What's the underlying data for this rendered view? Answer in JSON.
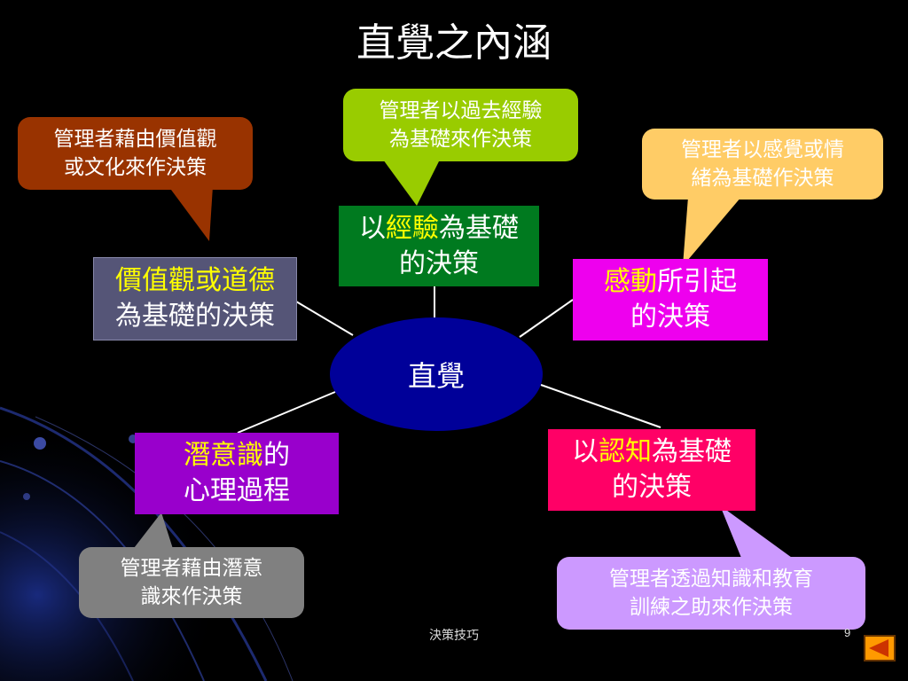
{
  "title": "直覺之內涵",
  "center": {
    "label": "直覺"
  },
  "boxes": {
    "values": {
      "line1": "價值觀或道德",
      "line2": "為基礎的決策"
    },
    "experience": {
      "pre": "以",
      "hl": "經驗",
      "post": "為基礎",
      "line2": "的決策"
    },
    "emotion": {
      "hl": "感動",
      "post": "所引起",
      "line2": "的決策"
    },
    "subconscious": {
      "hl": "潛意識",
      "post": "的",
      "line2": "心理過程"
    },
    "cognition": {
      "pre": "以",
      "hl": "認知",
      "post": "為基礎",
      "line2": "的決策"
    }
  },
  "callouts": {
    "values": {
      "line1": "管理者藉由價值觀",
      "line2": "或文化來作決策"
    },
    "experience": {
      "line1": "管理者以過去經驗",
      "line2": "為基礎來作決策"
    },
    "emotion": {
      "line1": "管理者以感覺或情",
      "line2": "緒為基礎作決策"
    },
    "subconscious": {
      "line1": "管理者藉由潛意",
      "line2": "識來作決策"
    },
    "cognition": {
      "line1": "管理者透過知識和教育",
      "line2": "訓練之助來作決策"
    }
  },
  "colors": {
    "background": "#000000",
    "highlight": "#ffff00",
    "center_ellipse": "#000099",
    "values_box": "#555577",
    "experience_box": "#007a1f",
    "emotion_box": "#ee00ee",
    "subconscious_box": "#9900cc",
    "cognition_box": "#ff0066",
    "values_callout": "#993300",
    "experience_callout": "#99cc00",
    "emotion_callout": "#ffcc66",
    "subconscious_callout": "#808080",
    "cognition_callout": "#cc99ff"
  },
  "footer": {
    "text": "決策技巧",
    "page": "9"
  },
  "nav": {
    "back_icon": "back-arrow-icon"
  }
}
